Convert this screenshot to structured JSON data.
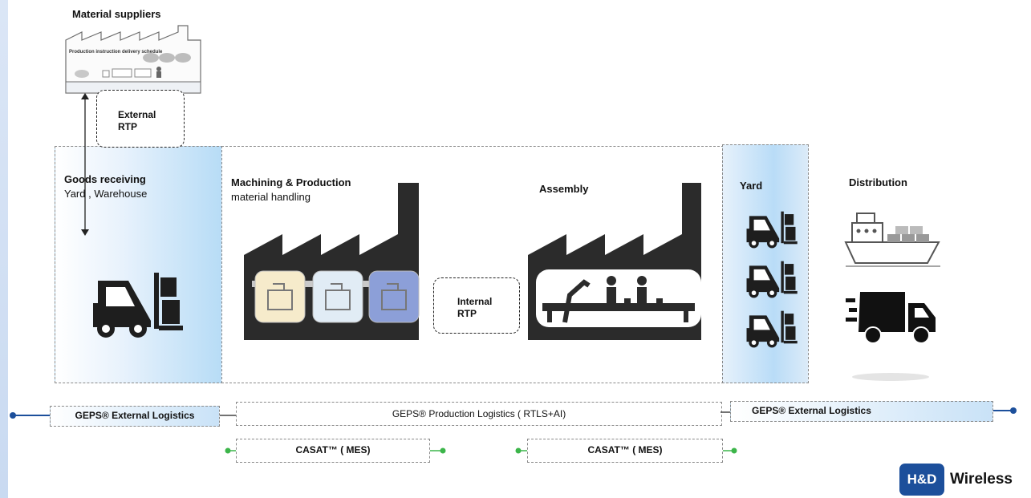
{
  "suppliers": {
    "title": "Material suppliers",
    "inner_text": "Production instruction delivery schedule"
  },
  "external_rtp": {
    "line1": "External",
    "line2": "RTP"
  },
  "internal_rtp": {
    "line1": "Internal",
    "line2": "RTP"
  },
  "goods_receiving": {
    "line1": "Goods receiving",
    "line2": "Yard , Warehouse"
  },
  "machining": {
    "line1": "Machining & Production",
    "line2": "material handling"
  },
  "assembly": {
    "title": "Assembly"
  },
  "yard": {
    "title": "Yard"
  },
  "distribution": {
    "title": "Distribution"
  },
  "bars": {
    "ext_left": "GEPS® External Logistics",
    "production": "GEPS® Production Logistics ( RTLS+AI)",
    "ext_right": "GEPS® External Logistics"
  },
  "casat": {
    "left": "CASAT™ ( MES)",
    "right": "CASAT™ ( MES)"
  },
  "logo": {
    "badge": "H&D",
    "word": "Wireless"
  },
  "colors": {
    "factory": "#2b2b2b",
    "zone_blue": "#b7dcf6",
    "logo_blue": "#1c4f9b",
    "connector_green": "#3cb54a",
    "machine1": "#f6ebcb",
    "machine2": "#e1ecf5",
    "machine3": "#8c9fd8"
  }
}
